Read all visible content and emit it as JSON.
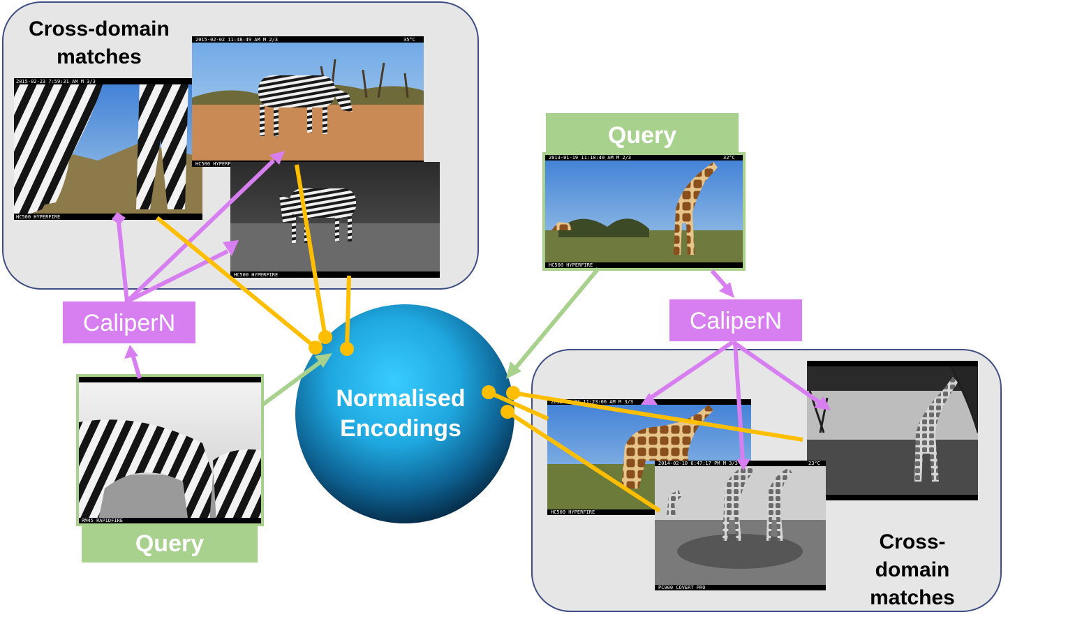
{
  "panels": {
    "left_matches_label_line1": "Cross-domain",
    "left_matches_label_line2": "matches",
    "right_matches_label_line1": "Cross-",
    "right_matches_label_line2": "domain",
    "right_matches_label_line3": "matches"
  },
  "query": {
    "left_label": "Query",
    "right_label": "Query"
  },
  "model": {
    "left_label": "CaliperN",
    "right_label": "CaliperN"
  },
  "sphere": {
    "line1": "Normalised",
    "line2": "Encodings"
  },
  "photo_captions": {
    "zebra_match_1_top": "2015-02-23  7:59:31 AM  M 3/3",
    "zebra_match_1_bottom": "HC500 HYPERFIRE",
    "zebra_match_2_top": "2015-02-02 11:48:49 AM  M 2/3",
    "zebra_match_2_temp": "35°C",
    "zebra_match_2_bottom": "HC500 HYPERFIRE",
    "zebra_match_3_bottom": "HC500 HYPERFIRE",
    "zebra_query_bottom": "RM45 RAPIDFIRE",
    "giraffe_query_top": "2013-01-19 11:18:40 AM  M 2/3",
    "giraffe_query_temp": "32°C",
    "giraffe_query_bottom": "HC500 HYPERFIRE",
    "giraffe_match_1_top": "2012-01-21 11:23:06 AM  M 3/3",
    "giraffe_match_1_bottom": "HC500 HYPERFIRE",
    "giraffe_match_2_top": "2014-02-10  6:47:17 PM  M 3/3",
    "giraffe_match_2_temp": "23°C",
    "giraffe_match_2_bottom": "PC900 COVERT PRO"
  },
  "colors": {
    "panel_fill": "#e6e6e6",
    "panel_border": "#3f4e85",
    "query_green": "#a9d18e",
    "caliper_magenta": "#d77ff0",
    "encoding_orange": "#ffbe00",
    "sphere_blue": "#1fa8e0"
  }
}
